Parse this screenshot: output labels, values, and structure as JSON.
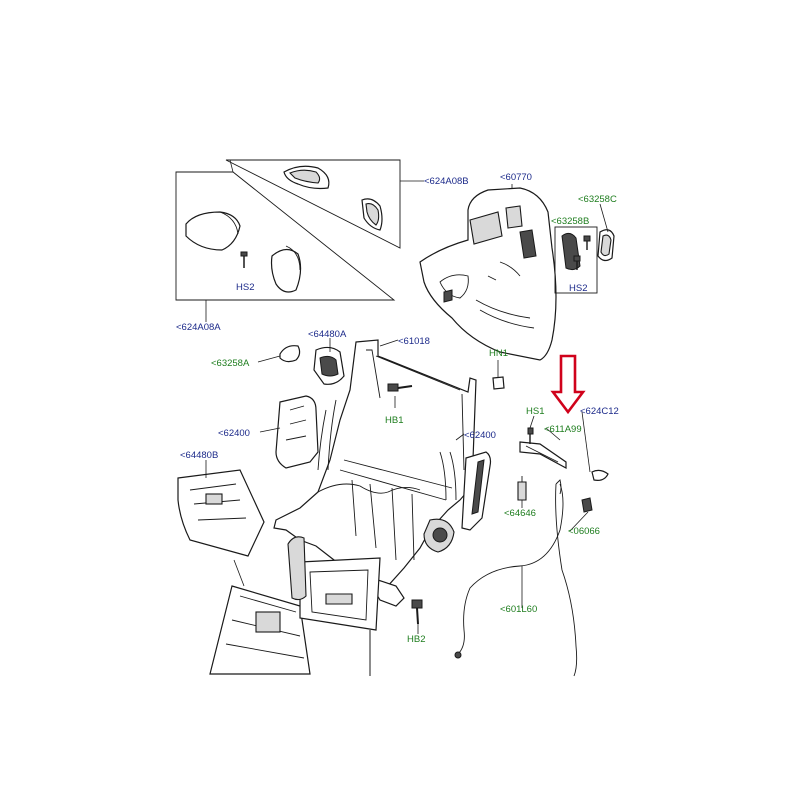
{
  "callouts": {
    "l_624A08B": "<624A08B",
    "l_60770": "<60770",
    "l_63258C": "<63258C",
    "l_63258B": "<63258B",
    "l_HS2_right": "HS2",
    "l_HS2_left": "HS2",
    "l_624A08A": "<624A08A",
    "l_64480A": "<64480A",
    "l_63258A": "<63258A",
    "l_61018": "<61018",
    "l_HN1": "HN1",
    "l_HB1": "HB1",
    "l_HS1": "HS1",
    "l_624C12": "<624C12",
    "l_611A99": "<611A99",
    "l_62400_left": "<62400",
    "l_62400_right": "<62400",
    "l_64480B": "<64480B",
    "l_64646": "<64646",
    "l_06066": "<06066",
    "l_601L60": "<601L60",
    "l_HB2": "HB2"
  },
  "colors": {
    "part_number_label": "#1c2a8a",
    "fastener_label": "#1e7d1e",
    "highlight_arrow": "#d0021b",
    "line": "#1a1a1a"
  },
  "highlight": {
    "target_callout": "<611A99",
    "marker": "red-down-arrow"
  }
}
